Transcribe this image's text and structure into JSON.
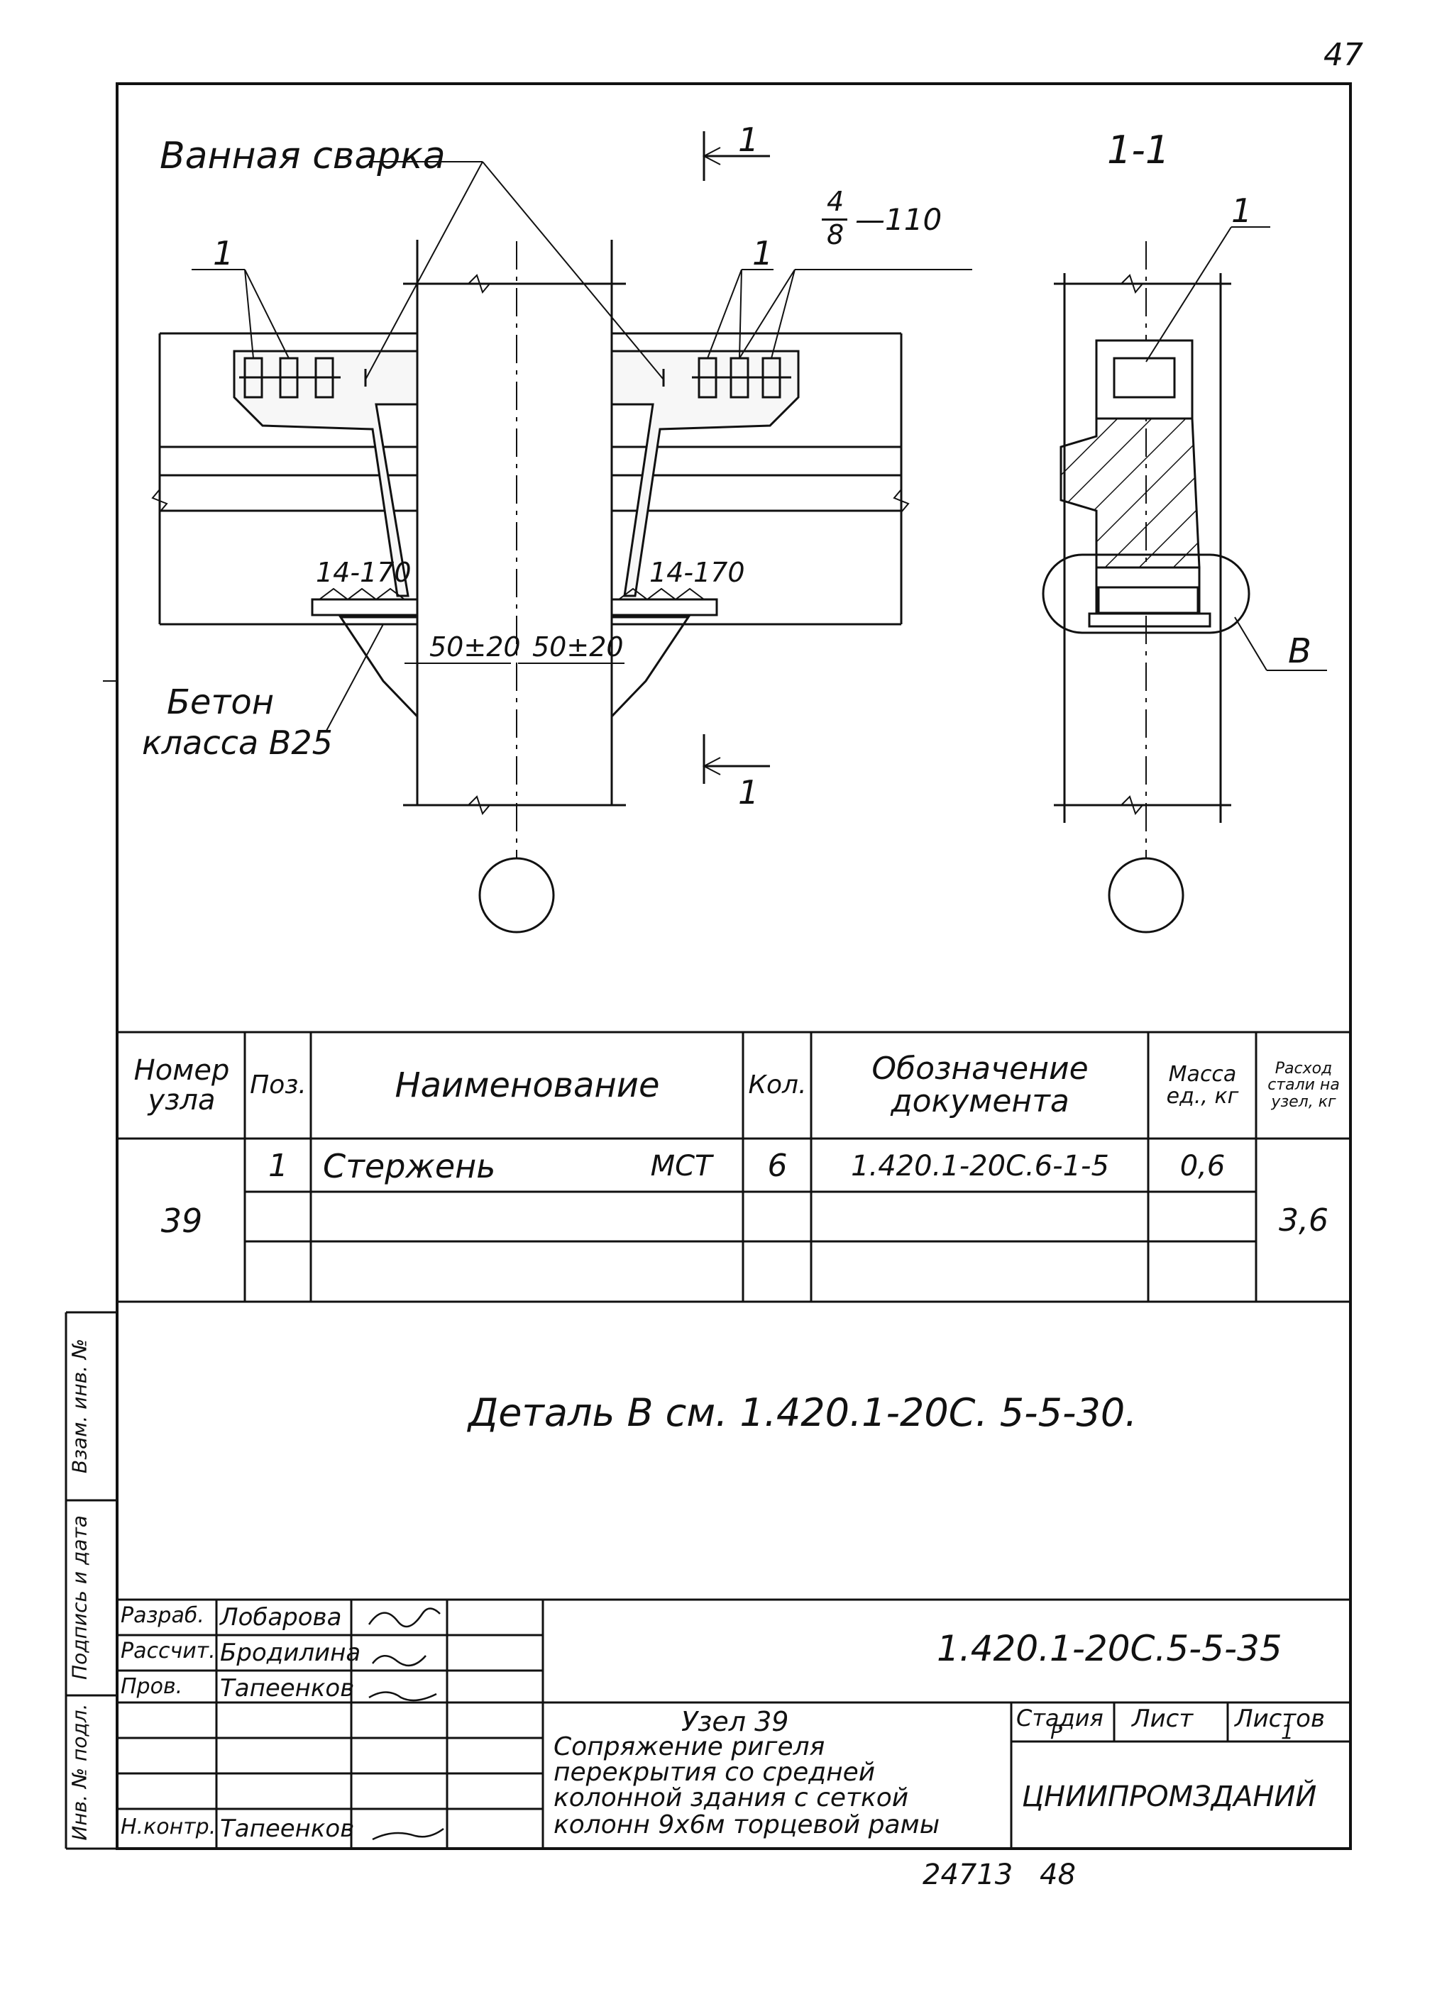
{
  "page": {
    "page_number": "47",
    "bottom_number": "24713",
    "bottom_number2": "48"
  },
  "drawing": {
    "label_bath_weld": "Ванная сварка",
    "section_mark": "1",
    "section_title": "1-1",
    "pos_1a": "1",
    "pos_1b": "1",
    "pos_1c": "1",
    "rebar_num": "4",
    "rebar_den": "8",
    "rebar_suffix": "—110",
    "dim_left_14_170": "14-170",
    "dim_right_14_170": "14-170",
    "dim_left_50_20": "50±20",
    "dim_right_50_20": "50±20",
    "concrete_line1": "Бетон",
    "concrete_line2": "класса В25",
    "callout_b": "В"
  },
  "spec_table": {
    "headers": {
      "node_number": "Номер узла",
      "pos": "Поз.",
      "name": "Наименование",
      "qty": "Кол.",
      "document": "Обозначение документа",
      "unit_mass": "Масса ед., кг",
      "steel_per_node": "Расход стали на узел, кг"
    },
    "node": "39",
    "rows": [
      {
        "pos": "1",
        "name": "Стержень",
        "grade": "МСТ",
        "qty": "6",
        "doc": "1.420.1-20С.6-1-5",
        "mass": "0,6"
      }
    ],
    "total": "3,6"
  },
  "note": "Деталь В см. 1.420.1-20С. 5-5-30.",
  "side_stamp": {
    "inv_podl": "Инв. № подл.",
    "sign_date": "Подпись и дата",
    "vzam_inv": "Взам. инв. №"
  },
  "title_block": {
    "roles": [
      {
        "role": "Разраб.",
        "name": "Лобарова",
        "sign": "Абс"
      },
      {
        "role": "Рассчит.",
        "name": "Бродилина",
        "sign": "рад."
      },
      {
        "role": "Пров.",
        "name": "Тапеенков",
        "sign": "Тапеен"
      },
      {
        "role": "",
        "name": "",
        "sign": ""
      },
      {
        "role": "",
        "name": "",
        "sign": ""
      },
      {
        "role": "",
        "name": "",
        "sign": ""
      },
      {
        "role": "Н.контр.",
        "name": "Тапеенков",
        "sign": "Тапеен"
      }
    ],
    "doc_code": "1.420.1-20С.5-5-35",
    "title_lines": [
      "Узел 39",
      "Сопряжение ригеля",
      "перекрытия со средней",
      "колонной здания с сеткой",
      "колонн 9х6м торцевой рамы"
    ],
    "stage_label": "Стадия",
    "sheet_label": "Лист",
    "sheets_label": "Листов",
    "stage_value": "Р",
    "sheets_value": "1",
    "org": "ЦНИИПРОМЗДАНИЙ"
  }
}
